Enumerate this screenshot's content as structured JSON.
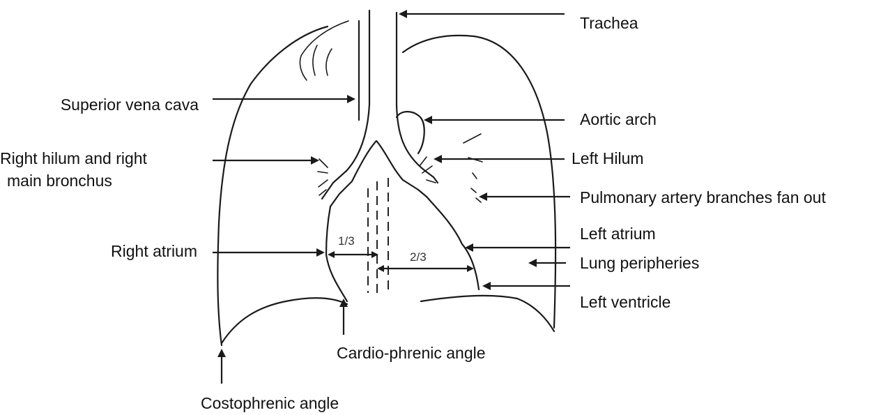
{
  "labels": {
    "trachea": "Trachea",
    "superior_vena_cava": "Superior vena cava",
    "aortic_arch": "Aortic arch",
    "right_hilum_line1": "Right hilum and right",
    "right_hilum_line2": "main bronchus",
    "left_hilum": "Left Hilum",
    "pulmonary_artery": "Pulmonary artery branches fan out",
    "left_atrium": "Left atrium",
    "right_atrium": "Right atrium",
    "lung_peripheries": "Lung peripheries",
    "left_ventricle": "Left ventricle",
    "cardio_phrenic_angle": "Cardio-phrenic angle",
    "costophrenic_angle": "Costophrenic angle"
  },
  "fractions": {
    "one_third": {
      "numerator": "1",
      "slash": "/",
      "denominator": "3"
    },
    "two_thirds": {
      "numerator": "2",
      "slash": "/",
      "denominator": "3"
    }
  },
  "colors": {
    "line": "#1a1a1a",
    "text": "#111111",
    "background": "#ffffff"
  }
}
